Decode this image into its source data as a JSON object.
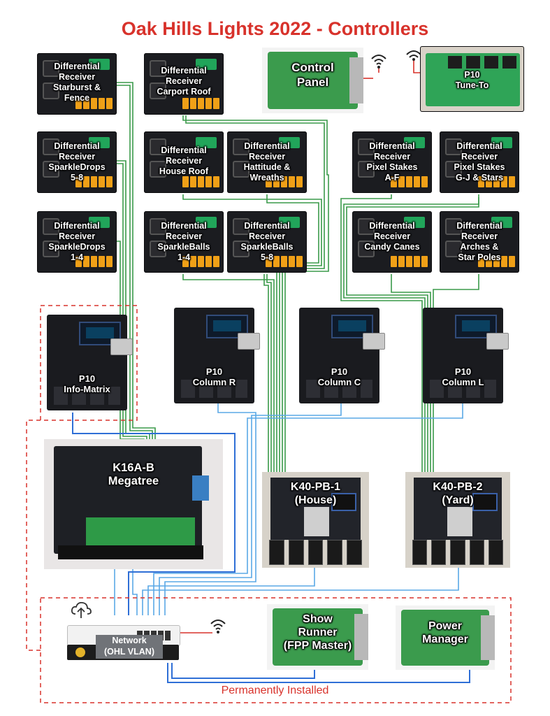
{
  "title": "Oak Hills Lights 2022 - Controllers",
  "footer_label": "Permanently Installed",
  "colors": {
    "title": "#d8322b",
    "differential_wire": "#3a9a4a",
    "ethernet_blue": "#2f6fd6",
    "ethernet_light": "#5aa8e6",
    "dashed_boundary": "#d8322b",
    "wireless_red": "#d8322b"
  },
  "differential_receivers": [
    {
      "lines": [
        "Differential",
        "Receiver",
        "Starburst &",
        "Fence"
      ]
    },
    {
      "lines": [
        "Differential",
        "Receiver",
        "Carport Roof",
        ""
      ]
    },
    {
      "lines": [
        "Differential",
        "Receiver",
        "SparkleDrops",
        "5-8"
      ]
    },
    {
      "lines": [
        "Differential",
        "Receiver",
        "House Roof",
        ""
      ]
    },
    {
      "lines": [
        "Differential",
        "Receiver",
        "Hattitude &",
        "Wreaths"
      ]
    },
    {
      "lines": [
        "Differential",
        "Receiver",
        "Pixel Stakes",
        "A-F"
      ]
    },
    {
      "lines": [
        "Differential",
        "Receiver",
        "Pixel Stakes",
        "G-J & Stars"
      ]
    },
    {
      "lines": [
        "Differential",
        "Receiver",
        "SparkleDrops",
        "1-4"
      ]
    },
    {
      "lines": [
        "Differential",
        "Receiver",
        "SparkleBalls",
        "1-4"
      ]
    },
    {
      "lines": [
        "Differential",
        "Receiver",
        "SparkleBalls",
        "5-8"
      ]
    },
    {
      "lines": [
        "Differential",
        "Receiver",
        "Candy Canes",
        ""
      ]
    },
    {
      "lines": [
        "Differential",
        "Receiver",
        "Arches &",
        "Star Poles"
      ]
    }
  ],
  "p10_controllers": [
    {
      "lines": [
        "P10",
        "Info-Matrix"
      ]
    },
    {
      "lines": [
        "P10",
        "Column R"
      ]
    },
    {
      "lines": [
        "P10",
        "Column C"
      ]
    },
    {
      "lines": [
        "P10",
        "Column L"
      ]
    }
  ],
  "control_panel": {
    "lines": [
      "Control",
      "Panel"
    ]
  },
  "tune_to": {
    "lines": [
      "P10",
      "Tune-To"
    ]
  },
  "megatree": {
    "lines": [
      "K16A-B",
      "Megatree"
    ]
  },
  "k40_house": {
    "lines": [
      "K40-PB-1",
      "(House)"
    ]
  },
  "k40_yard": {
    "lines": [
      "K40-PB-2",
      "(Yard)"
    ]
  },
  "network": {
    "lines": [
      "Network",
      "(OHL VLAN)"
    ]
  },
  "show_runner": {
    "lines": [
      "Show",
      "Runner",
      "(FPP Master)"
    ]
  },
  "power_manager": {
    "lines": [
      "Power",
      "Manager"
    ]
  },
  "icons": [
    "wifi-icon",
    "cloud-upload-icon"
  ]
}
